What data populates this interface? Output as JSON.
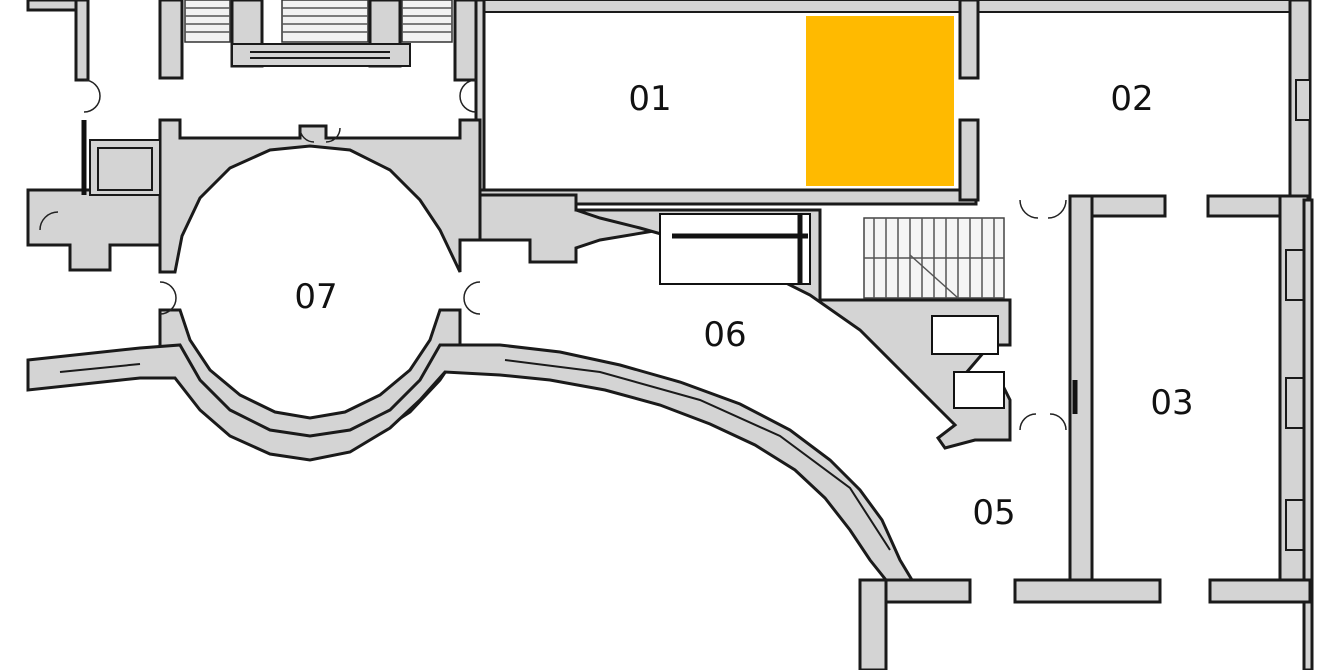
{
  "map": {
    "rooms": [
      {
        "id": "01",
        "label": "01"
      },
      {
        "id": "02",
        "label": "02"
      },
      {
        "id": "03",
        "label": "03"
      },
      {
        "id": "05",
        "label": "05"
      },
      {
        "id": "06",
        "label": "06"
      },
      {
        "id": "07",
        "label": "07"
      }
    ],
    "highlight": {
      "room": "01",
      "color": "#FFBA00"
    }
  }
}
